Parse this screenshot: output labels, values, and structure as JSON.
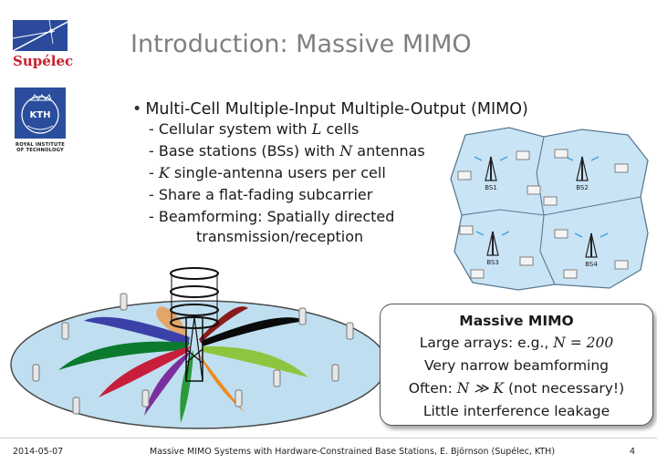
{
  "slide": {
    "title": "Introduction: Massive MIMO",
    "logos": {
      "supelec_text": "Supélec",
      "kth_seal_text": "KTH",
      "kth_caption": "ROYAL INSTITUTE OF TECHNOLOGY"
    },
    "bullet_main": "Multi-Cell Multiple-Input Multiple-Output (MIMO)",
    "sub_bullets": [
      {
        "pre": "- Cellular system with ",
        "math": "L",
        "post": " cells"
      },
      {
        "pre": "- Base stations (BSs) with ",
        "math": "N",
        "post": " antennas"
      },
      {
        "pre": "- ",
        "math": "K",
        "post": " single-antenna users per cell"
      },
      {
        "pre": "- Share a flat-fading subcarrier",
        "math": "",
        "post": ""
      },
      {
        "pre": "- Beamforming: Spatially directed",
        "math": "",
        "post": ""
      }
    ],
    "sub_bullet_continuation": "transmission/reception",
    "cell_labels": [
      "BS1",
      "BS2",
      "BS3",
      "BS4"
    ],
    "callout": {
      "heading": "Massive MIMO",
      "line1_pre": "Large arrays: e.g., ",
      "line1_math": "N = 200",
      "line2": "Very narrow beamforming",
      "line3_pre": "Often: ",
      "line3_math": "N ≫ K",
      "line3_post": " (not necessary!)",
      "line4": "Little interference leakage"
    },
    "footer": {
      "date": "2014-05-07",
      "center": "Massive MIMO Systems with Hardware-Constrained Base Stations, E. Björnson (Supélec, KTH)",
      "page": "4"
    },
    "colors": {
      "title": "#7f7f7f",
      "disk_fill": "#bfdff0",
      "supelec_blue": "#2b4a9c",
      "supelec_red": "#c8202d",
      "kth_blue": "#2a4e9d"
    }
  }
}
